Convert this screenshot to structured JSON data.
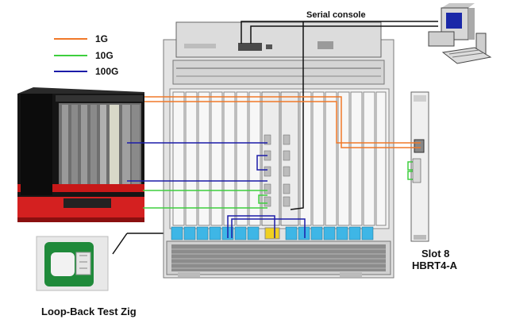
{
  "diagram": {
    "title_serial": "Serial console",
    "legend": [
      {
        "label": "1G",
        "color": "#f07828"
      },
      {
        "label": "10G",
        "color": "#3ecf3e"
      },
      {
        "label": "100G",
        "color": "#1c1ca8"
      }
    ],
    "slot_label_line1": "Slot 8",
    "slot_label_line2": "HBRT4-A",
    "loopback_label": "Loop-Back Test Zig"
  }
}
